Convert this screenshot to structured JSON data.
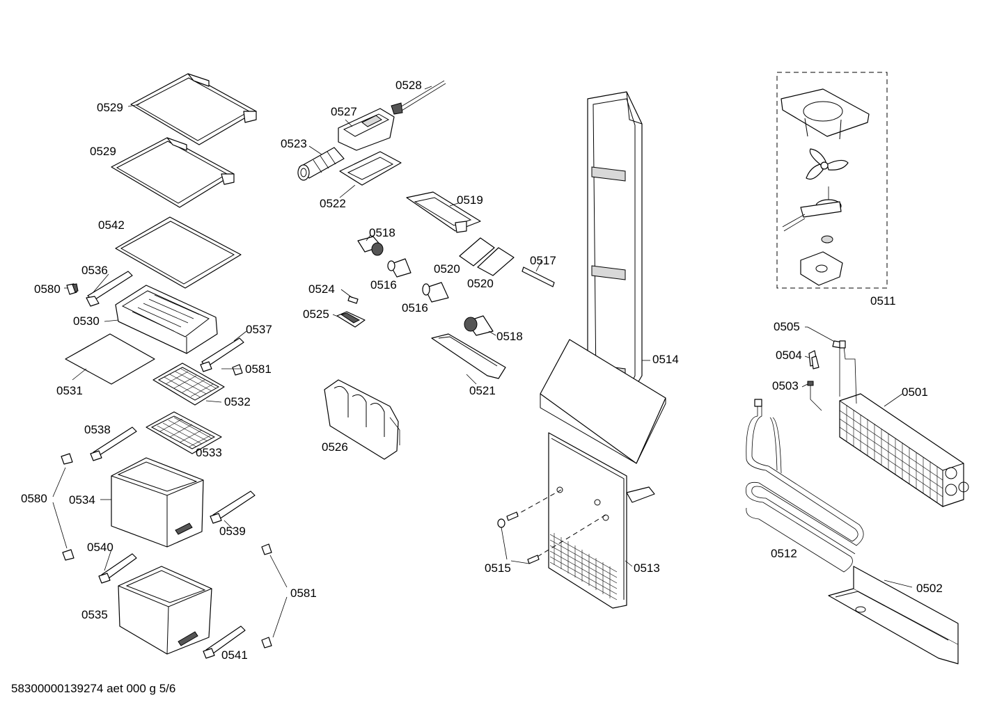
{
  "labels": {
    "p0529": "0529",
    "p0542": "0542",
    "p0536": "0536",
    "p0580": "0580",
    "p0530": "0530",
    "p0537": "0537",
    "p0581": "0581",
    "p0531": "0531",
    "p0532": "0532",
    "p0533": "0533",
    "p0538": "0538",
    "p0534": "0534",
    "p0539": "0539",
    "p0540": "0540",
    "p0535": "0535",
    "p0541": "0541",
    "p0528": "0528",
    "p0527": "0527",
    "p0523": "0523",
    "p0522": "0522",
    "p0519": "0519",
    "p0518": "0518",
    "p0520": "0520",
    "p0517": "0517",
    "p0516": "0516",
    "p0524": "0524",
    "p0525": "0525",
    "p0521": "0521",
    "p0526": "0526",
    "p0514": "0514",
    "p0513": "0513",
    "p0515": "0515",
    "p0511": "0511",
    "p0505": "0505",
    "p0504": "0504",
    "p0503": "0503",
    "p0501": "0501",
    "p0512": "0512",
    "p0502": "0502"
  },
  "footer": "58300000139274 aet 000 g 5/6"
}
